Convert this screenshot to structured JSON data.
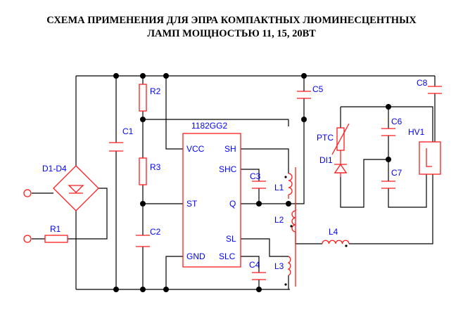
{
  "title": {
    "line1": "СХЕМА ПРИМЕНЕНИЯ ДЛЯ ЭПРА КОМПАКТНЫХ ЛЮМИНЕСЦЕНТНЫХ",
    "line2": "ЛАМП МОЩНОСТЬЮ 11, 15, 20ВТ"
  },
  "chip": {
    "name": "1182GG2",
    "pins": {
      "vcc": "VCC",
      "sh": "SH",
      "shc": "SHC",
      "st": "ST",
      "q": "Q",
      "sl": "SL",
      "gnd": "GND",
      "slc": "SLC"
    }
  },
  "components": {
    "d1d4": "D1-D4",
    "r1": "R1",
    "c1": "C1",
    "r2": "R2",
    "r3": "R3",
    "c2": "C2",
    "c3": "C3",
    "c4": "C4",
    "c5": "C5",
    "l1": "L1",
    "l2": "L2",
    "l3": "L3",
    "l4": "L4",
    "ptc": "PTC",
    "di1": "DI1",
    "c6": "C6",
    "c7": "C7",
    "c8": "C8",
    "hv1": "HV1"
  }
}
